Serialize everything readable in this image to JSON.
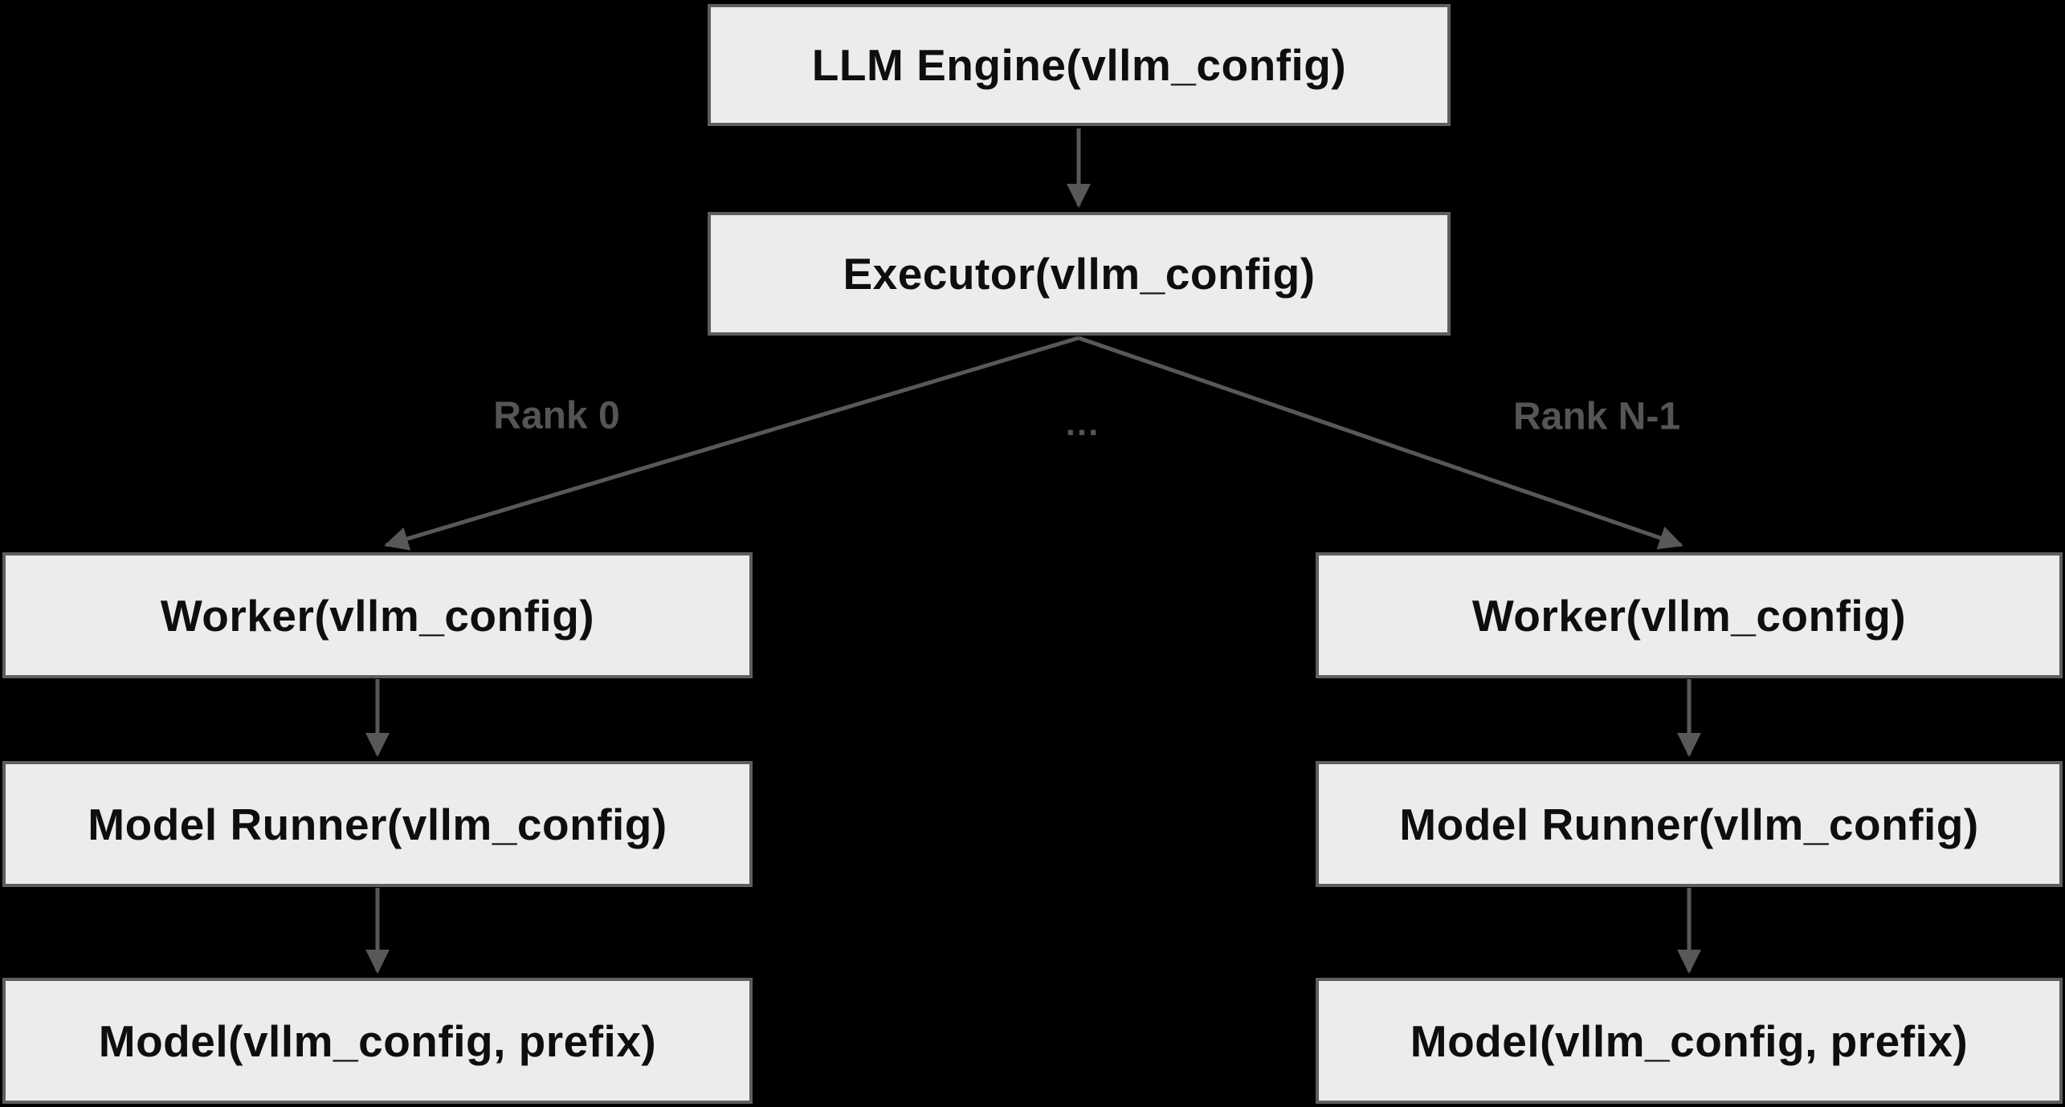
{
  "diagram": {
    "colors": {
      "background": "#000000",
      "node_fill": "#ececec",
      "node_border": "#5e5e5e",
      "node_text": "#0e0e0e",
      "edge": "#585858",
      "edge_label": "#555555"
    },
    "nodes": {
      "llm_engine": {
        "label": "LLM Engine(vllm_config)"
      },
      "executor": {
        "label": "Executor(vllm_config)"
      },
      "worker_left": {
        "label": "Worker(vllm_config)"
      },
      "model_runner_left": {
        "label": "Model Runner(vllm_config)"
      },
      "model_left": {
        "label": "Model(vllm_config, prefix)"
      },
      "worker_right": {
        "label": "Worker(vllm_config)"
      },
      "model_runner_right": {
        "label": "Model Runner(vllm_config)"
      },
      "model_right": {
        "label": "Model(vllm_config, prefix)"
      }
    },
    "edge_labels": {
      "rank_0": "Rank 0",
      "ellipsis": "...",
      "rank_n_minus_1": "Rank N-1"
    }
  }
}
